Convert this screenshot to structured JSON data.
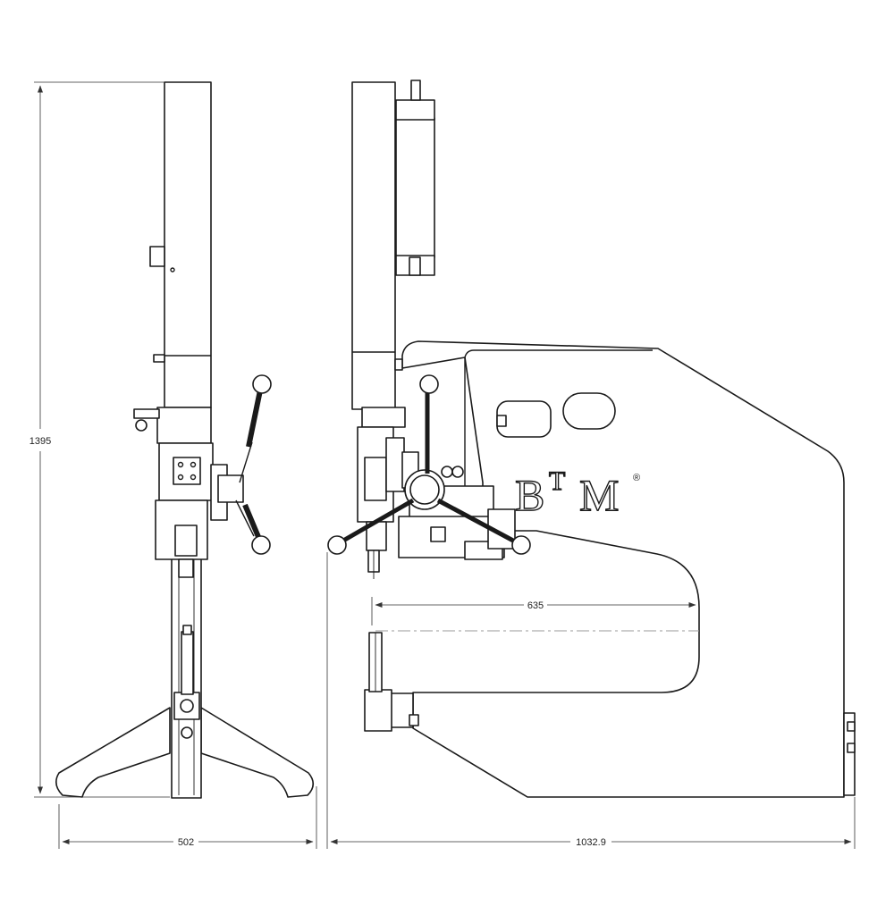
{
  "brand": {
    "logo_letters": [
      "B",
      "T",
      "M"
    ],
    "registered_mark": "®"
  },
  "dimensions": {
    "overall_height": "1395",
    "base_width": "502",
    "overall_depth": "1032.9",
    "throat_depth": "635"
  },
  "colors": {
    "line": "#1a1a1a",
    "dimension_line": "#333333",
    "centerline": "#9a9a9a",
    "background": "#ffffff"
  }
}
